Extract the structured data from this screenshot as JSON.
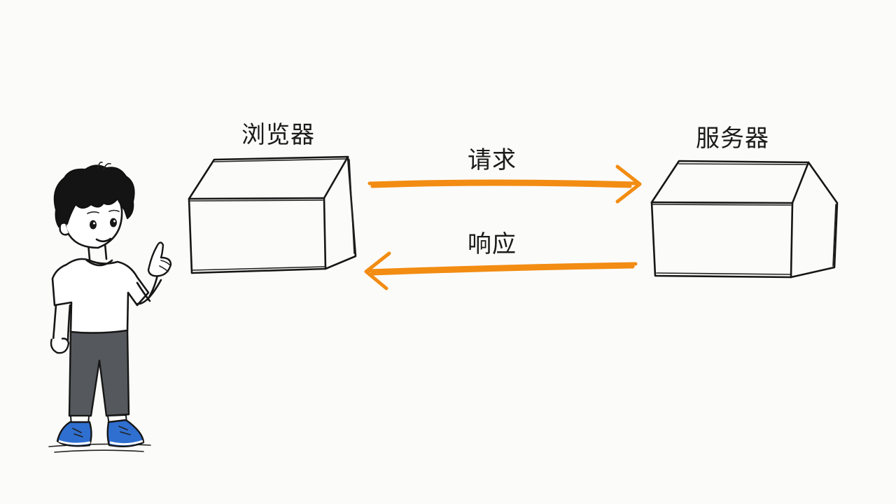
{
  "nodes": {
    "browser": {
      "label": "浏览器"
    },
    "server": {
      "label": "服务器"
    }
  },
  "edges": {
    "request": {
      "label": "请求",
      "from": "browser",
      "to": "server"
    },
    "response": {
      "label": "响应",
      "from": "server",
      "to": "browser"
    }
  },
  "colors": {
    "ink": "#161616",
    "arrow": "#f28c12",
    "shirt": "#ffffff",
    "pants": "#55585c",
    "shoes": "#2f6fd0",
    "background": "#fbfbfa"
  },
  "icons": {
    "character": "person-pointing-icon",
    "browser_box": "box-icon",
    "server_box": "house-box-icon"
  }
}
